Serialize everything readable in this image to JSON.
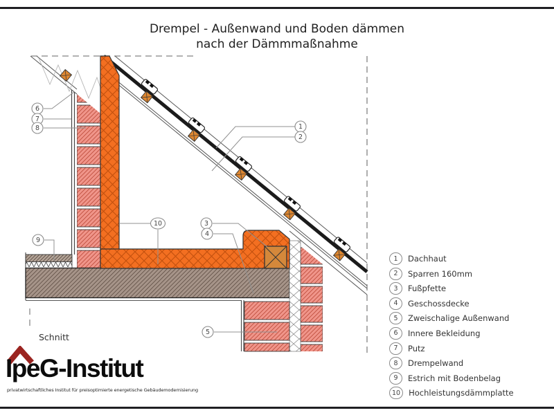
{
  "title": {
    "line1": "Drempel - Außenwand und Boden dämmen",
    "line2": "nach der Dämmmaßnahme"
  },
  "drawing": {
    "view_label": "Schnitt",
    "callouts": [
      "1",
      "2",
      "3",
      "4",
      "5",
      "6",
      "7",
      "8",
      "9",
      "10"
    ]
  },
  "legend": {
    "items": [
      {
        "n": "1",
        "label": "Dachhaut"
      },
      {
        "n": "2",
        "label": "Sparren 160mm"
      },
      {
        "n": "3",
        "label": "Fußpfette"
      },
      {
        "n": "4",
        "label": "Geschossdecke"
      },
      {
        "n": "5",
        "label": "Zweischalige Außenwand"
      },
      {
        "n": "6",
        "label": "Innere Bekleidung"
      },
      {
        "n": "7",
        "label": "Putz"
      },
      {
        "n": "8",
        "label": "Drempelwand"
      },
      {
        "n": "9",
        "label": "Estrich mit Bodenbelag"
      },
      {
        "n": "10",
        "label": "Hochleistungsdämmplatte"
      }
    ]
  },
  "logo": {
    "name": "IpeG-Institut",
    "tagline": "privatwirtschaftliches Institut für preisoptimierte energetische Gebäudemodernisierung"
  },
  "colors": {
    "insulation_orange": "#f36f21",
    "brick_fill": "#f0958a",
    "brick_hatch": "#bf4f3e",
    "purlin_wood": "#d4883b",
    "slab_gray": "#a69489",
    "roof_skin_black": "#1b1b1b",
    "logo_red": "#9b2420",
    "frame_black": "#1f1f23"
  }
}
